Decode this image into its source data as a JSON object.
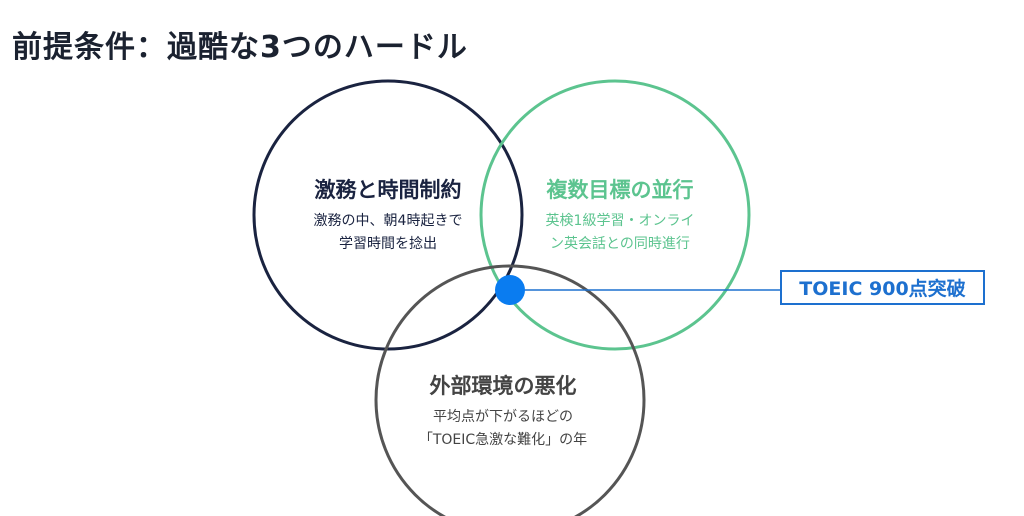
{
  "title": "前提条件：過酷な3つのハードル",
  "circles": [
    {
      "heading": "激務と時間制約",
      "lines": [
        "激務の中、朝4時起きで",
        "学習時間を捻出"
      ],
      "color": "#1a2340"
    },
    {
      "heading": "複数目標の並行",
      "lines": [
        "英検1級学習・オンライ",
        "ン英会話との同時進行"
      ],
      "color": "#5cc48f"
    },
    {
      "heading": "外部環境の悪化",
      "lines": [
        "平均点が下がるほどの",
        "「TOEIC急激な難化」の年"
      ],
      "color": "#555555"
    }
  ],
  "goal": {
    "label": "TOEIC 900点突破",
    "color": "#0a7cf0"
  }
}
